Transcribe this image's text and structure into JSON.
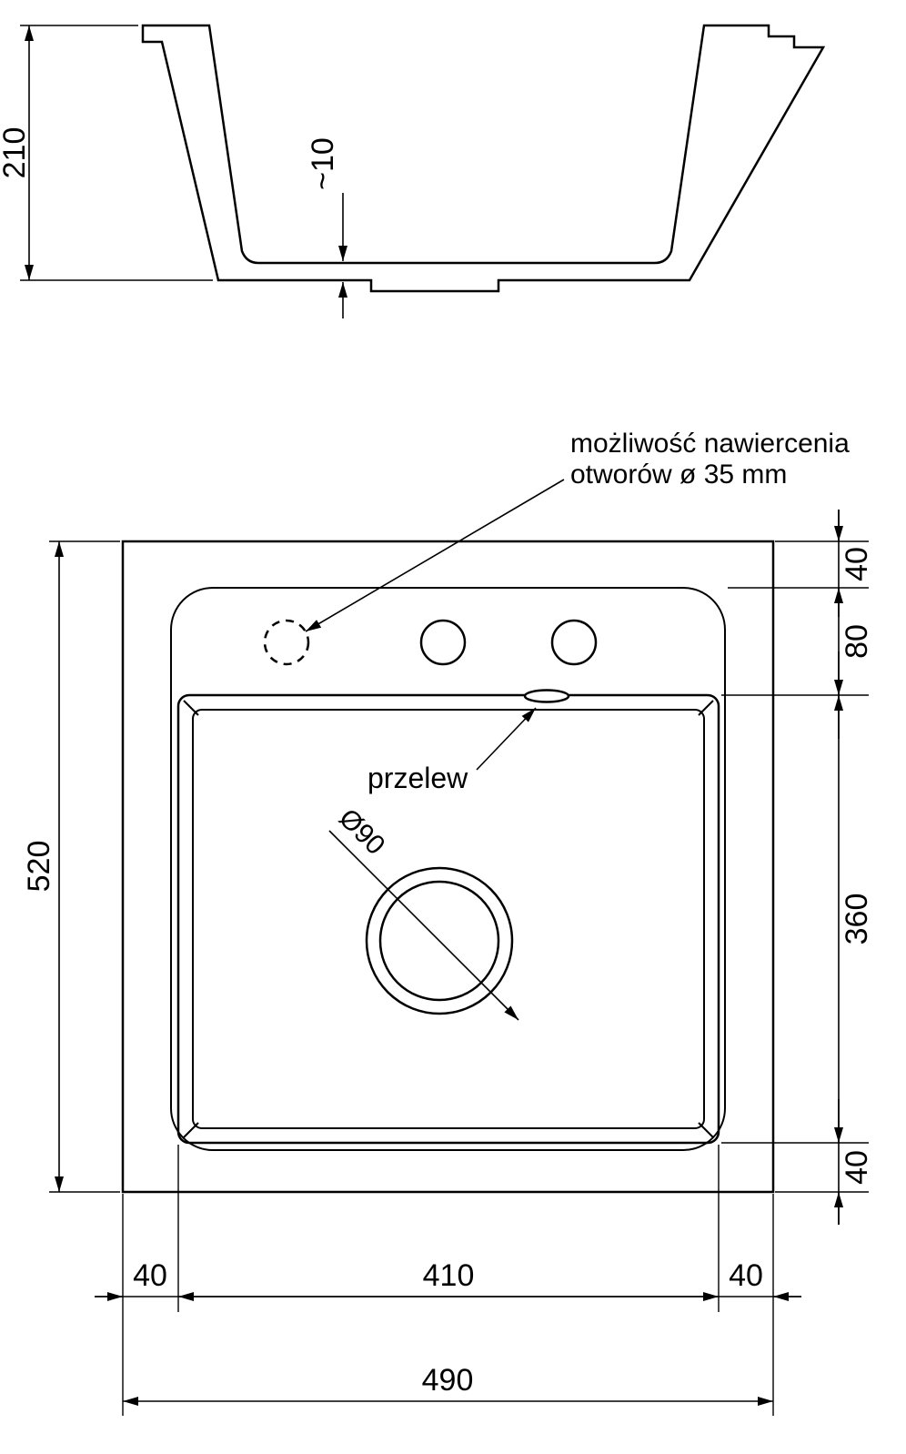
{
  "cross_section": {
    "height": "210",
    "bottom_thickness": "~10"
  },
  "plan": {
    "note_line1": "możliwość nawiercenia",
    "note_line2": "otworów ø 35 mm",
    "overflow": "przelew",
    "drain_diameter": "Ø90",
    "overall_width": "490",
    "overall_height": "520",
    "left_offset": "40",
    "bowl_width": "410",
    "right_offset": "40",
    "top_offset": "40",
    "faucet_zone": "80",
    "bowl_height": "360",
    "bottom_offset": "40"
  }
}
